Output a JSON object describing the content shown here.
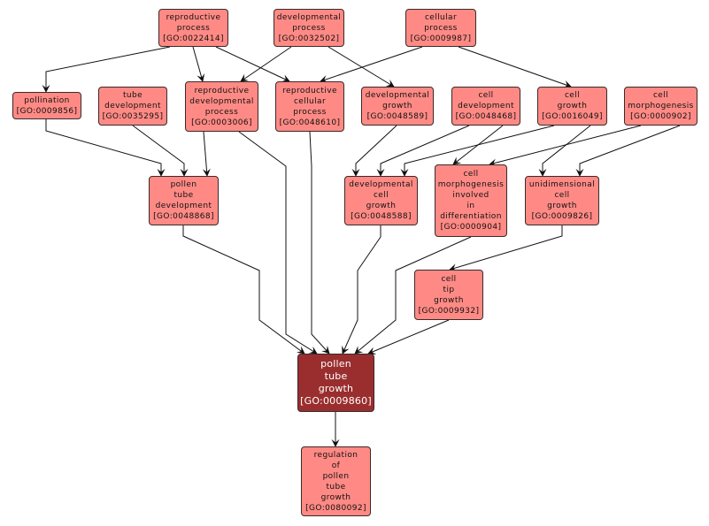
{
  "graph": {
    "title": "GO term ancestry graph",
    "colors": {
      "node_fill": "#ff8a85",
      "focus_fill": "#9a2e2e",
      "edge": "#111111",
      "background": "#ffffff"
    },
    "nodes": [
      {
        "id": "GO:0022414",
        "lines": [
          "reproductive",
          "process"
        ],
        "label": "[GO:0022414]"
      },
      {
        "id": "GO:0032502",
        "lines": [
          "developmental",
          "process"
        ],
        "label": "[GO:0032502]"
      },
      {
        "id": "GO:0009987",
        "lines": [
          "cellular",
          "process"
        ],
        "label": "[GO:0009987]"
      },
      {
        "id": "GO:0009856",
        "lines": [
          "pollination"
        ],
        "label": "[GO:0009856]"
      },
      {
        "id": "GO:0035295",
        "lines": [
          "tube",
          "development"
        ],
        "label": "[GO:0035295]"
      },
      {
        "id": "GO:0003006",
        "lines": [
          "reproductive",
          "developmental",
          "process"
        ],
        "label": "[GO:0003006]"
      },
      {
        "id": "GO:0048610",
        "lines": [
          "reproductive",
          "cellular",
          "process"
        ],
        "label": "[GO:0048610]"
      },
      {
        "id": "GO:0048589",
        "lines": [
          "developmental",
          "growth"
        ],
        "label": "[GO:0048589]"
      },
      {
        "id": "GO:0048468",
        "lines": [
          "cell",
          "development"
        ],
        "label": "[GO:0048468]"
      },
      {
        "id": "GO:0016049",
        "lines": [
          "cell",
          "growth"
        ],
        "label": "[GO:0016049]"
      },
      {
        "id": "GO:0000902",
        "lines": [
          "cell",
          "morphogenesis"
        ],
        "label": "[GO:0000902]"
      },
      {
        "id": "GO:0048868",
        "lines": [
          "pollen",
          "tube",
          "development"
        ],
        "label": "[GO:0048868]"
      },
      {
        "id": "GO:0048588",
        "lines": [
          "developmental",
          "cell",
          "growth"
        ],
        "label": "[GO:0048588]"
      },
      {
        "id": "GO:0000904",
        "lines": [
          "cell",
          "morphogenesis",
          "involved",
          "in",
          "differentiation"
        ],
        "label": "[GO:0000904]"
      },
      {
        "id": "GO:0009826",
        "lines": [
          "unidimensional",
          "cell",
          "growth"
        ],
        "label": "[GO:0009826]"
      },
      {
        "id": "GO:0009932",
        "lines": [
          "cell",
          "tip",
          "growth"
        ],
        "label": "[GO:0009932]"
      },
      {
        "id": "GO:0009860",
        "lines": [
          "pollen",
          "tube",
          "growth"
        ],
        "label": "[GO:0009860]",
        "focus": true
      },
      {
        "id": "GO:0080092",
        "lines": [
          "regulation",
          "of",
          "pollen",
          "tube",
          "growth"
        ],
        "label": "[GO:0080092]"
      }
    ],
    "edges": [
      {
        "from": "GO:0022414",
        "to": "GO:0009856"
      },
      {
        "from": "GO:0022414",
        "to": "GO:0003006"
      },
      {
        "from": "GO:0022414",
        "to": "GO:0048610"
      },
      {
        "from": "GO:0032502",
        "to": "GO:0003006"
      },
      {
        "from": "GO:0032502",
        "to": "GO:0048589"
      },
      {
        "from": "GO:0009987",
        "to": "GO:0048610"
      },
      {
        "from": "GO:0009987",
        "to": "GO:0016049"
      },
      {
        "from": "GO:0009856",
        "to": "GO:0048868"
      },
      {
        "from": "GO:0035295",
        "to": "GO:0048868"
      },
      {
        "from": "GO:0003006",
        "to": "GO:0048868"
      },
      {
        "from": "GO:0003006",
        "to": "GO:0009860"
      },
      {
        "from": "GO:0048610",
        "to": "GO:0009860"
      },
      {
        "from": "GO:0048589",
        "to": "GO:0048588"
      },
      {
        "from": "GO:0048468",
        "to": "GO:0048588"
      },
      {
        "from": "GO:0048468",
        "to": "GO:0000904"
      },
      {
        "from": "GO:0016049",
        "to": "GO:0048588"
      },
      {
        "from": "GO:0016049",
        "to": "GO:0009826"
      },
      {
        "from": "GO:0000902",
        "to": "GO:0000904"
      },
      {
        "from": "GO:0000902",
        "to": "GO:0009826"
      },
      {
        "from": "GO:0048868",
        "to": "GO:0009860"
      },
      {
        "from": "GO:0048588",
        "to": "GO:0009860"
      },
      {
        "from": "GO:0000904",
        "to": "GO:0009860"
      },
      {
        "from": "GO:0009826",
        "to": "GO:0009932"
      },
      {
        "from": "GO:0009932",
        "to": "GO:0009860"
      },
      {
        "from": "GO:0009860",
        "to": "GO:0080092"
      }
    ]
  }
}
